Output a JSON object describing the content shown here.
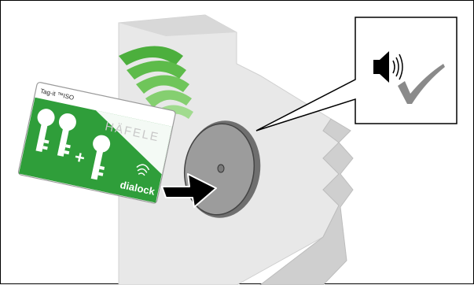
{
  "card": {
    "tag_line": "Tag-it ™ISO",
    "brand": "HÄFELE",
    "product": "dialock",
    "plus": "+"
  },
  "colors": {
    "card_green": "#2f9e3a",
    "signal_green": "#4caf3d",
    "wall_light": "#e6e6e6",
    "wall_side": "#c8c8c8",
    "disc": "#9a9a9a",
    "arrow": "#000000",
    "check": "#8a8a8a"
  },
  "icons": [
    "speaker-icon",
    "checkmark-icon",
    "key-icon",
    "contactless-icon",
    "push-arrow-icon"
  ]
}
